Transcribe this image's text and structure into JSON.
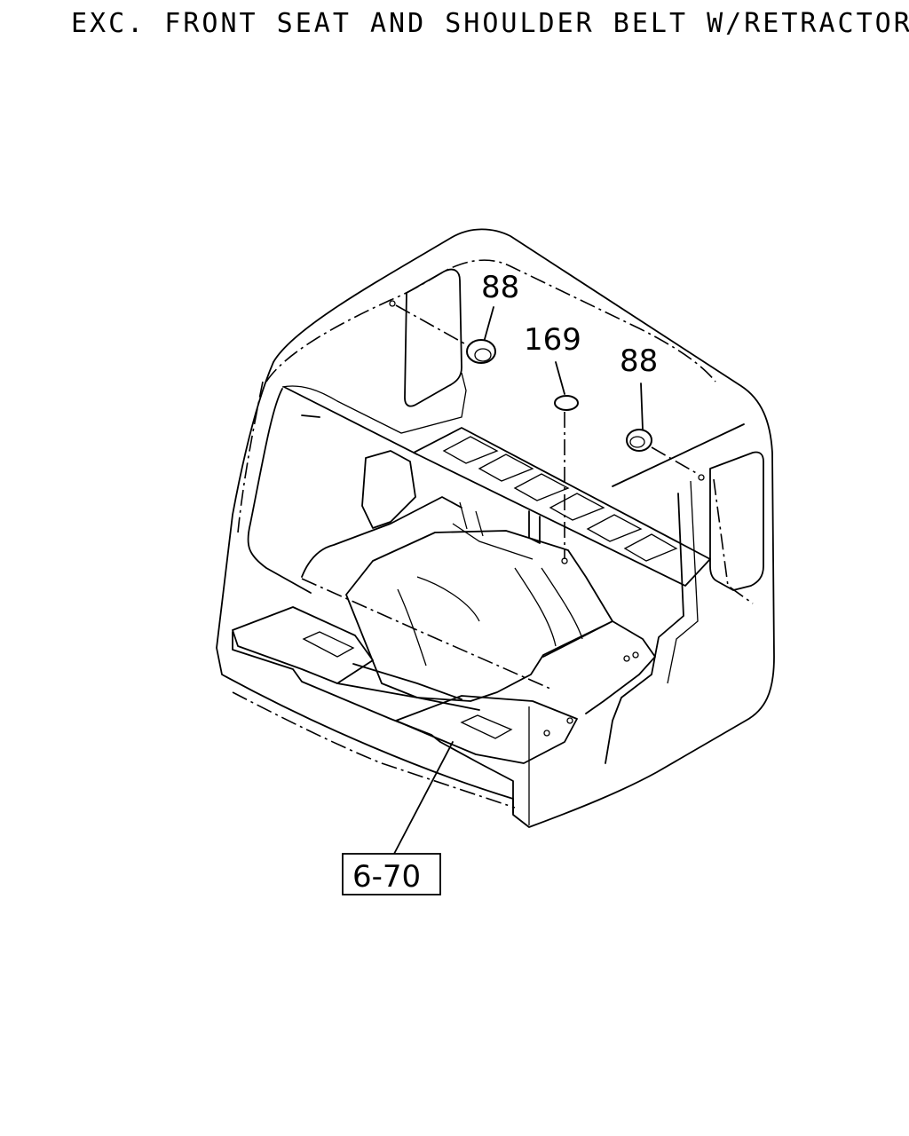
{
  "title": "EXC. FRONT SEAT AND SHOULDER BELT W/RETRACTOR",
  "callouts": {
    "grommet_left": "88",
    "plug_center": "169",
    "grommet_right": "88"
  },
  "reference_box": "6-70",
  "icons": [
    "cab-floor-assembly",
    "grommet",
    "plug",
    "grommet"
  ]
}
